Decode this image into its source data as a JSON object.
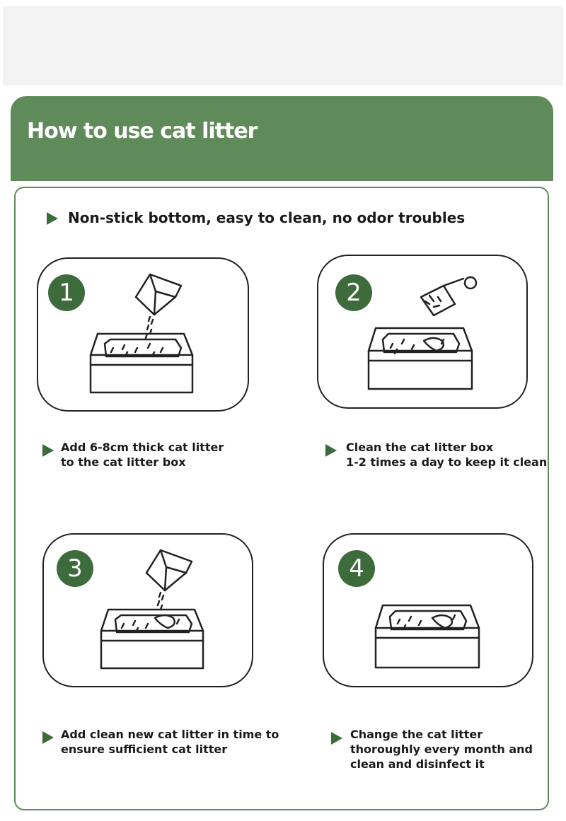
{
  "header": {
    "title": "How to use cat litter"
  },
  "headline": {
    "text": "Non-stick bottom, easy to clean, no odor troubles"
  },
  "colors": {
    "accent": "#5e8b59",
    "badge": "#3d6b3c",
    "line": "#222222"
  },
  "steps": [
    {
      "number": "1",
      "icon": "litter-bag-pour-icon",
      "caption": "Add 6-8cm thick cat litter\nto the cat litter box"
    },
    {
      "number": "2",
      "icon": "litter-scoop-icon",
      "caption": "Clean the cat litter box\n1-2 times a day to keep it clean"
    },
    {
      "number": "3",
      "icon": "litter-bag-pour-icon",
      "caption": "Add clean new cat litter in time to\nensure sufficient cat litter"
    },
    {
      "number": "4",
      "icon": "litter-box-icon",
      "caption": "Change the cat litter\nthoroughly every month and\nclean and disinfect it"
    }
  ]
}
